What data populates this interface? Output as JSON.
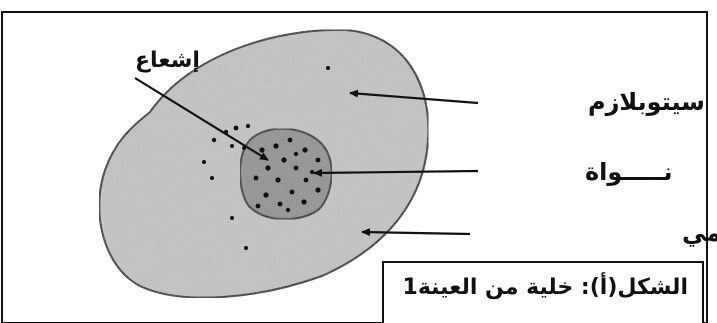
{
  "labels": {
    "radiation": "إشعاع",
    "cytoplasm": "سيتوبلازم",
    "nucleus": "نـــــواة",
    "membrane": "غشاء سيتوبلازمي"
  },
  "caption": "الشكل(أ): خلية من العينة1",
  "colors": {
    "cytoplasm_fill": "#c4c4c4",
    "nucleus_fill": "#8f8f8f",
    "ink": "#111111"
  }
}
